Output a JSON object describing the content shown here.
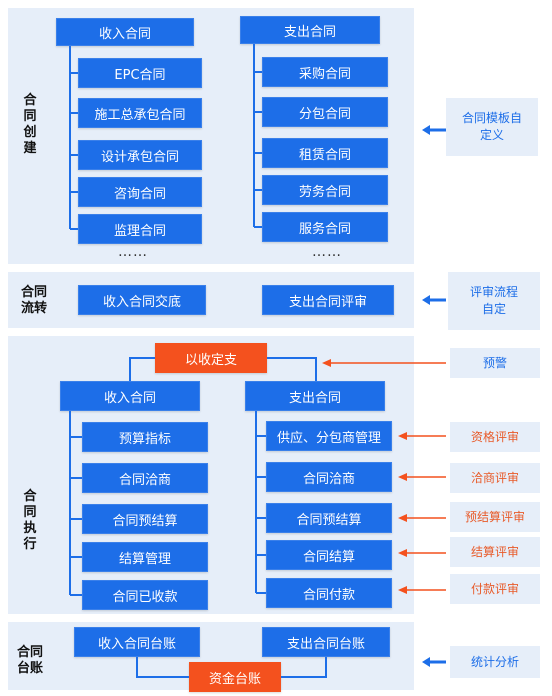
{
  "colors": {
    "primary": "#1d6ee8",
    "accent": "#f4511e",
    "panel": "#e6eef9"
  },
  "creation": {
    "title": "合同创建",
    "income_head": "收入合同",
    "expense_head": "支出合同",
    "income_items": [
      "EPC合同",
      "施工总承包合同",
      "设计承包合同",
      "咨询合同",
      "监理合同"
    ],
    "expense_items": [
      "采购合同",
      "分包合同",
      "租赁合同",
      "劳务合同",
      "服务合同"
    ],
    "ellipsis": "……",
    "side": "合同模板自定义"
  },
  "flow": {
    "title": "合同流转",
    "income": "收入合同交底",
    "expense": "支出合同评审",
    "side": "评审流程自定"
  },
  "execution": {
    "title": "合同执行",
    "top": "以收定支",
    "income_head": "收入合同",
    "expense_head": "支出合同",
    "income_items": [
      "预算指标",
      "合同洽商",
      "合同预结算",
      "结算管理",
      "合同已收款"
    ],
    "expense_items": [
      "供应、分包商管理",
      "合同洽商",
      "合同预结算",
      "合同结算",
      "合同付款"
    ],
    "sides": [
      "预警",
      "资格评审",
      "洽商评审",
      "预结算评审",
      "结算评审",
      "付款评审"
    ]
  },
  "ledger": {
    "title": "合同台账",
    "income": "收入合同台账",
    "expense": "支出合同台账",
    "fund": "资金台账",
    "side": "统计分析"
  }
}
